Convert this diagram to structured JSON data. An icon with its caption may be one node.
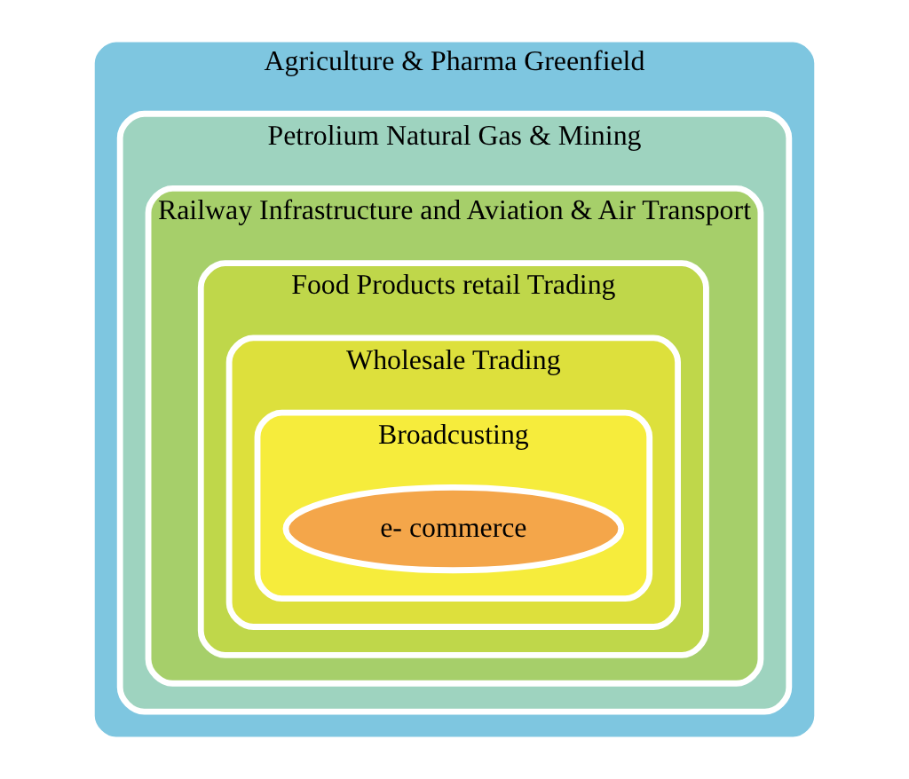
{
  "diagram": {
    "nodes": [
      {
        "text": [
          "Agriculture & Pharma Greenfield"
        ]
      },
      {
        "text": [
          "Petrolium Natural Gas & Mining"
        ],
        "in": 0
      },
      {
        "text": [
          "Railway Infrastructure and Aviation & Air Transport"
        ],
        "in": 1
      },
      {
        "text": [
          "Food Products retail Trading"
        ],
        "in": 2
      },
      {
        "text": [
          "Wholesale Trading"
        ],
        "in": 3
      },
      {
        "text": [
          "Broadcusting"
        ],
        "in": 4
      },
      {
        "text": [
          "e- commerce"
        ],
        "in": 5
      }
    ]
  }
}
